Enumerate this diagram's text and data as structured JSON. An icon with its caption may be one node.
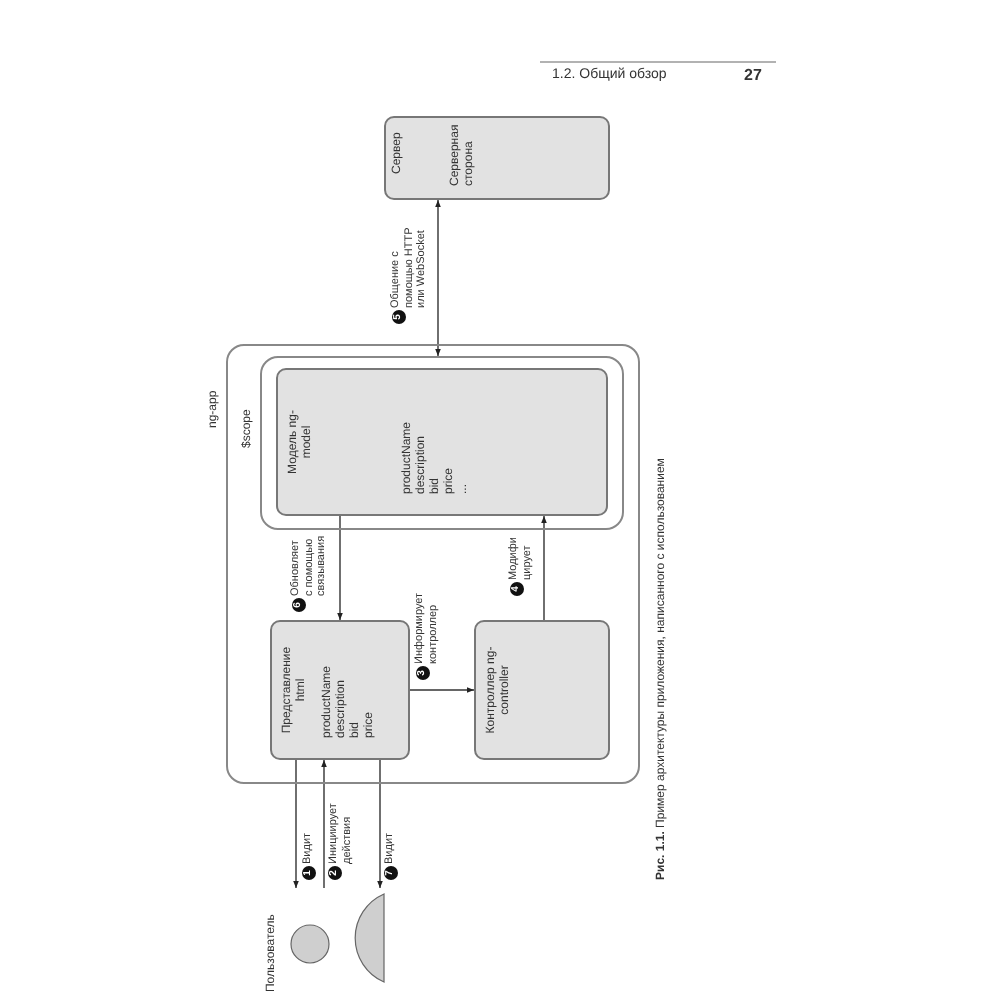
{
  "diagram": {
    "caption": "**Рис. 1.1.** Пример архитектуры приложения, написанного с использованием",
    "nodes": [
      {
        "text": [
          "Сервер",
          "Серверная сторона"
        ]
      },
      {
        "text": [
          "ng-app"
        ]
      },
      {
        "text": [
          "$scope"
        ],
        "in": 1
      },
      {
        "text": [
          "Модель ng-model",
          "productName description bid price ..."
        ],
        "in": 2
      },
      {
        "text": [
          "Представление html",
          "productName description bid price"
        ],
        "in": 1
      },
      {
        "text": [
          "Контроллер ng-controller"
        ],
        "in": 1
      },
      {
        "text": [
          "Пользователь"
        ]
      }
    ],
    "edges": [
      {
        "from": 4,
        "to": 6,
        "arrow": "to",
        "label": "Видит"
      },
      {
        "from": 6,
        "to": 4,
        "arrow": "to",
        "label": "Инициирует действия"
      },
      {
        "from": 4,
        "to": 6,
        "arrow": "to",
        "label": "Видит"
      },
      {
        "from": 3,
        "to": 4,
        "arrow": "to",
        "label": "Обновляет с помощью связывания"
      },
      {
        "from": 4,
        "to": 5,
        "arrow": "to",
        "label": "Информирует контроллер"
      },
      {
        "from": 5,
        "to": 3,
        "arrow": "to",
        "label": "Модифицирует"
      },
      {
        "from": 2,
        "to": 0,
        "arrow": "both",
        "label": "Общение с помощью HTTP или WebSocket"
      }
    ],
    "labels": [
      "1.2. Общий обзор",
      "27",
      "1",
      "2",
      "7",
      "6",
      "3",
      "4",
      "5"
    ]
  }
}
